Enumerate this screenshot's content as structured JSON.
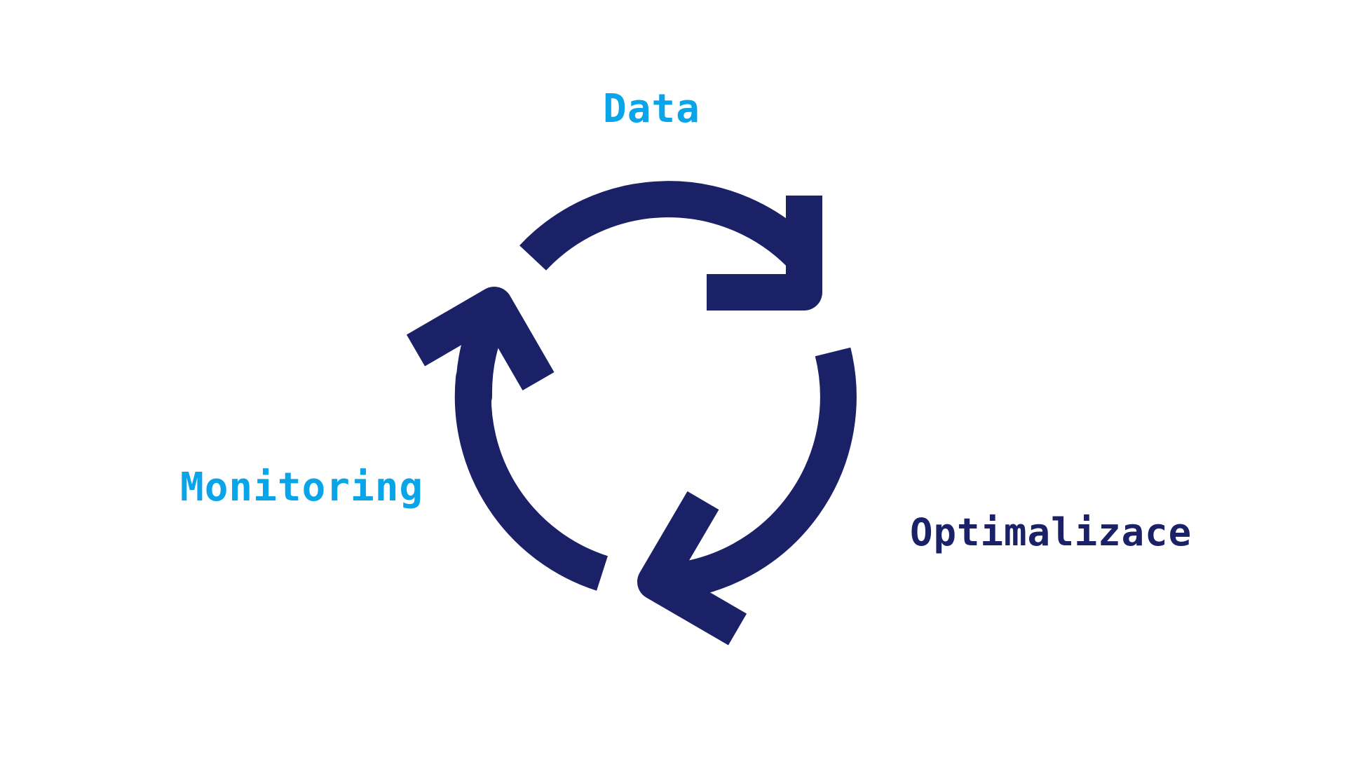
{
  "diagram": {
    "labels": {
      "data": "Data",
      "optimalizace": "Optimalizace",
      "monitoring": "Monitoring"
    },
    "colors": {
      "accent_light": "#0AA5E8",
      "accent_dark": "#1B2166",
      "background": "#FFFFFF"
    },
    "arrows": [
      {
        "from": "Monitoring",
        "to": "Data",
        "direction": "clockwise"
      },
      {
        "from": "Data",
        "to": "Optimalizace",
        "direction": "clockwise"
      },
      {
        "from": "Optimalizace",
        "to": "Monitoring",
        "direction": "clockwise"
      }
    ]
  }
}
